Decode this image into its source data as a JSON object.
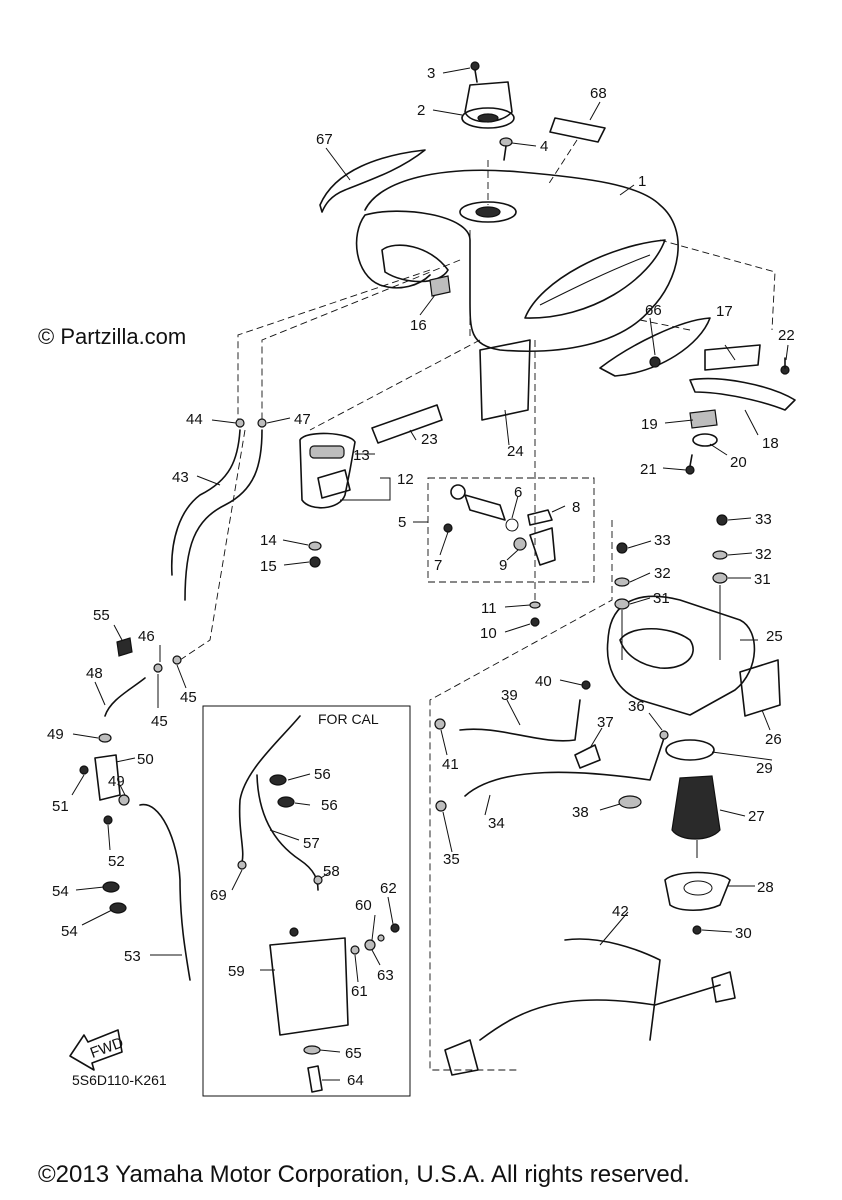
{
  "watermark": "© Partzilla.com",
  "inset_label": "FOR CAL",
  "fwd_label": "FWD",
  "diagram_code": "5S6D110-K261",
  "copyright": "©2013 Yamaha Motor Corporation, U.S.A. All rights reserved.",
  "callouts": {
    "c1": "1",
    "c2": "2",
    "c3": "3",
    "c4": "4",
    "c5": "5",
    "c6": "6",
    "c7": "7",
    "c8": "8",
    "c9": "9",
    "c10": "10",
    "c11": "11",
    "c12": "12",
    "c13": "13",
    "c14": "14",
    "c15": "15",
    "c16": "16",
    "c17": "17",
    "c18": "18",
    "c19": "19",
    "c20": "20",
    "c21": "21",
    "c22": "22",
    "c23": "23",
    "c24": "24",
    "c25": "25",
    "c26": "26",
    "c27": "27",
    "c28": "28",
    "c29": "29",
    "c30": "30",
    "c31": "31",
    "c32": "32",
    "c33": "33",
    "c34": "34",
    "c35": "35",
    "c36": "36",
    "c37": "37",
    "c38": "38",
    "c39": "39",
    "c40": "40",
    "c41": "41",
    "c42": "42",
    "c43": "43",
    "c44": "44",
    "c45": "45",
    "c46": "46",
    "c47": "47",
    "c48": "48",
    "c49": "49",
    "c50": "50",
    "c51": "51",
    "c52": "52",
    "c53": "53",
    "c54": "54",
    "c55": "55",
    "c56": "56",
    "c57": "57",
    "c58": "58",
    "c59": "59",
    "c60": "60",
    "c61": "61",
    "c62": "62",
    "c63": "63",
    "c64": "64",
    "c65": "65",
    "c66": "66",
    "c67": "67",
    "c68": "68",
    "c69": "69"
  }
}
